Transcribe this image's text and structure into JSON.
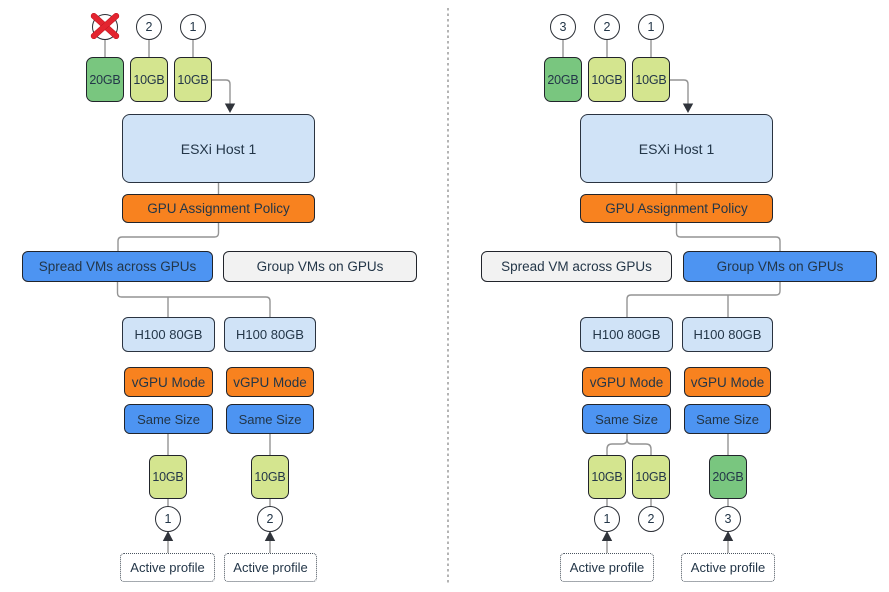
{
  "diagram": {
    "colors": {
      "green": "#79c67f",
      "lime": "#d4e58f",
      "blue": "#4d94f2",
      "lightblue": "#d0e3f7",
      "orange": "#f8821f",
      "gray": "#f2f2f2",
      "redx": "#e32530",
      "line": "#949494",
      "text": "#233648"
    },
    "panels": {
      "left": {
        "vms": [
          {
            "circle": "",
            "crossed": true,
            "label": "20GB",
            "type": "green"
          },
          {
            "circle": "2",
            "label": "10GB",
            "type": "lime"
          },
          {
            "circle": "1",
            "label": "10GB",
            "type": "lime"
          }
        ],
        "host": "ESXi Host 1",
        "policy": "GPU Assignment Policy",
        "options": [
          {
            "label": "Spread VMs across GPUs",
            "state": "active"
          },
          {
            "label": "Group VMs on GPUs",
            "state": "inactive"
          }
        ],
        "columns": [
          {
            "gpu": "H100 80GB",
            "mode": "vGPU Mode",
            "sizing": "Same Size"
          },
          {
            "gpu": "H100 80GB",
            "mode": "vGPU Mode",
            "sizing": "Same Size"
          }
        ],
        "profiles": [
          {
            "label": "10GB",
            "type": "lime",
            "circle": "1",
            "active_profile": "Active profile"
          },
          {
            "label": "10GB",
            "type": "lime",
            "circle": "2",
            "active_profile": "Active profile"
          }
        ]
      },
      "right": {
        "vms": [
          {
            "circle": "3",
            "label": "20GB",
            "type": "green"
          },
          {
            "circle": "2",
            "label": "10GB",
            "type": "lime"
          },
          {
            "circle": "1",
            "label": "10GB",
            "type": "lime"
          }
        ],
        "host": "ESXi Host 1",
        "policy": "GPU Assignment Policy",
        "options": [
          {
            "label": "Spread VM across GPUs",
            "state": "inactive"
          },
          {
            "label": "Group VMs on GPUs",
            "state": "active"
          }
        ],
        "columns": [
          {
            "gpu": "H100 80GB",
            "mode": "vGPU Mode",
            "sizing": "Same Size"
          },
          {
            "gpu": "H100 80GB",
            "mode": "vGPU Mode",
            "sizing": "Same Size"
          }
        ],
        "profiles": [
          {
            "label": "10GB",
            "type": "lime",
            "circle": "1",
            "active_profile": "Active profile"
          },
          {
            "label": "10GB",
            "type": "lime",
            "circle": "2",
            "active_profile": ""
          },
          {
            "label": "20GB",
            "type": "green",
            "circle": "3",
            "active_profile": "Active profile"
          }
        ]
      }
    }
  }
}
